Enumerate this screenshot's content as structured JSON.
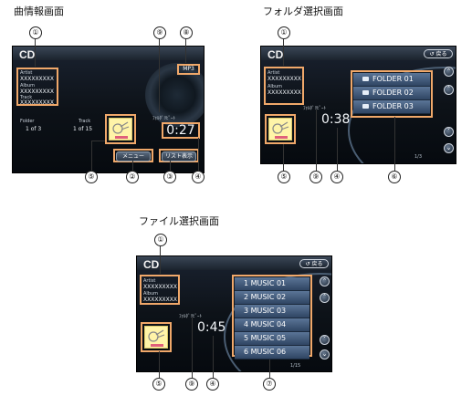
{
  "sections": {
    "song_info": {
      "title": "曲情報画面"
    },
    "folder_select": {
      "title": "フォルダ選択画面"
    },
    "file_select": {
      "title": "ファイル選択画面"
    }
  },
  "song_info": {
    "cd_label": "CD",
    "artist_label": "Artist",
    "artist_value": "XXXXXXXXX",
    "album_label": "Album",
    "album_value": "XXXXXXXXX",
    "track_label": "Track",
    "track_value": "XXXXXXXXX",
    "folder_label": "Folder",
    "folder_value": "1 of 3",
    "track_count_label": "Track",
    "track_count_value": "1 of 15",
    "format_badge": "MP3",
    "folder_repeat_label": "ﾌｫﾙﾀﾞﾘﾋﾟｰﾄ",
    "time": "0:27",
    "menu_button": "メニュー",
    "list_button": "リスト表示"
  },
  "folder_select": {
    "cd_label": "CD",
    "back_button": "戻る",
    "artist_label": "Artist",
    "artist_value": "XXXXXXXXX",
    "album_label": "Album",
    "album_value": "XXXXXXXXX",
    "folder_repeat_label": "ﾌｫﾙﾀﾞﾘﾋﾟｰﾄ",
    "time": "0:38",
    "folders": [
      "FOLDER 01",
      "FOLDER 02",
      "FOLDER 03"
    ],
    "page": "1/3"
  },
  "file_select": {
    "cd_label": "CD",
    "back_button": "戻る",
    "artist_label": "Artist",
    "artist_value": "XXXXXXXXX",
    "album_label": "Album",
    "album_value": "XXXXXXXXX",
    "folder_repeat_label": "ﾌｫﾙﾀﾞﾘﾋﾟｰﾄ",
    "time": "0:45",
    "files": [
      "1 MUSIC 01",
      "2 MUSIC 02",
      "3 MUSIC 03",
      "4 MUSIC 04",
      "5 MUSIC 05",
      "6 MUSIC 06"
    ],
    "page": "1/15"
  },
  "callouts": {
    "c1": "①",
    "c2": "②",
    "c3": "③",
    "c4": "④",
    "c5": "⑤",
    "c6": "⑥",
    "c7": "⑦",
    "c8": "⑧",
    "c9": "⑨"
  },
  "colors": {
    "highlight": "#f0a86a",
    "list_item": "#5b7597",
    "screen_bg": "#0d1218"
  }
}
